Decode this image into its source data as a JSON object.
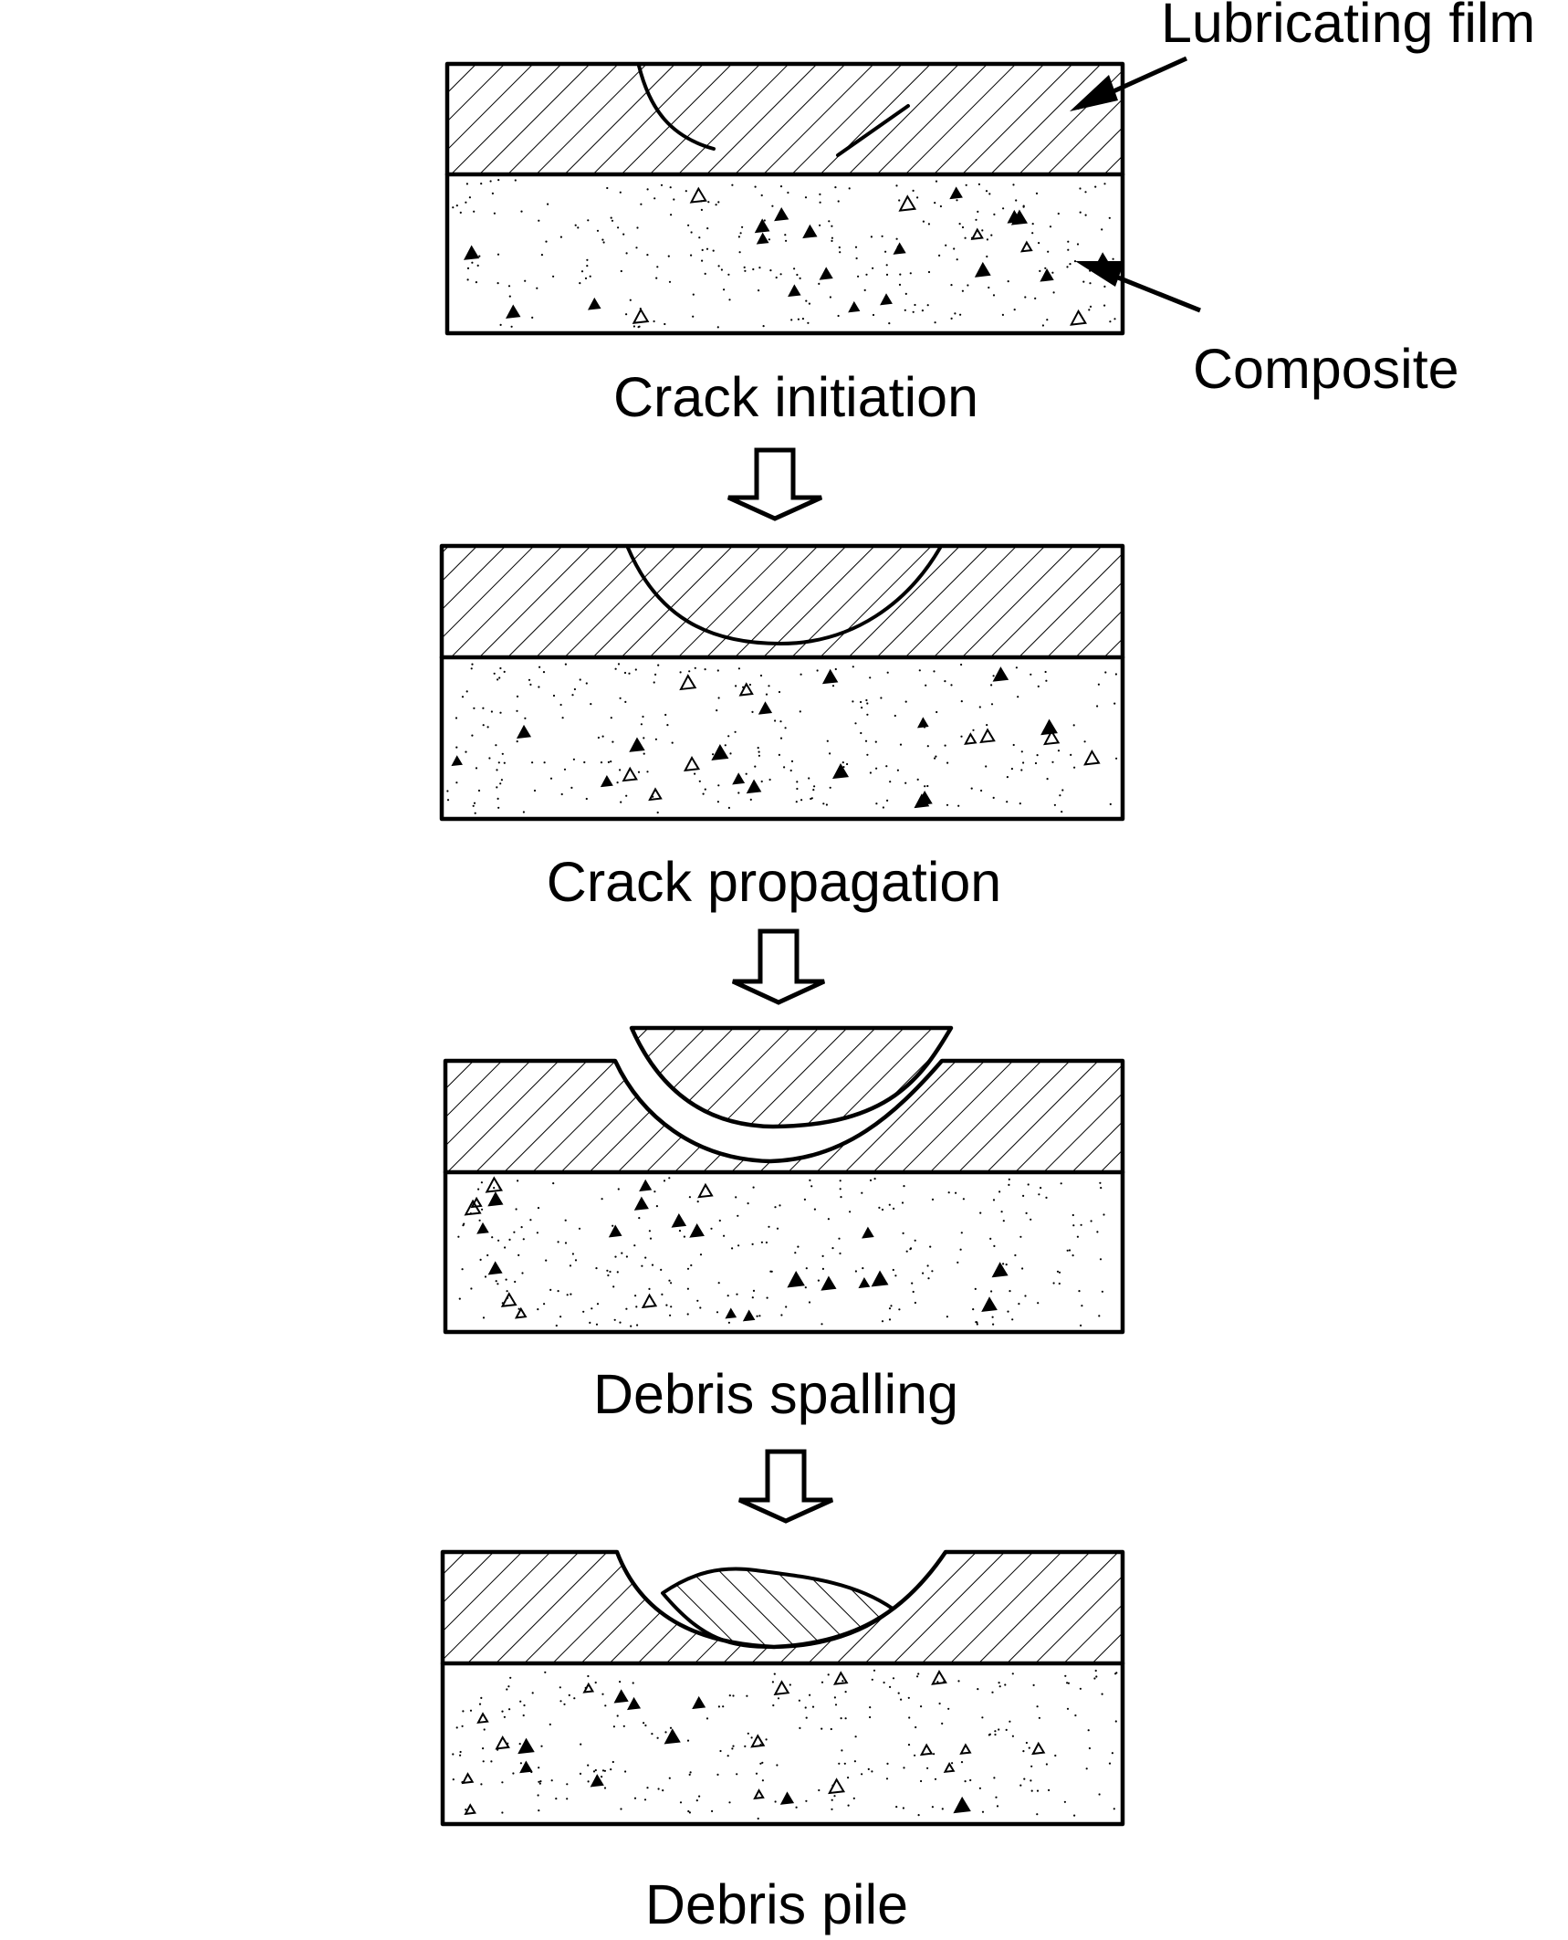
{
  "labels": {
    "lubricating_film": "Lubricating film",
    "composite": "Composite"
  },
  "stages": [
    {
      "caption": "Crack initiation"
    },
    {
      "caption": "Crack propagation"
    },
    {
      "caption": "Debris spalling"
    },
    {
      "caption": "Debris pile"
    }
  ],
  "colors": {
    "ink": "#000000",
    "background": "#ffffff"
  }
}
